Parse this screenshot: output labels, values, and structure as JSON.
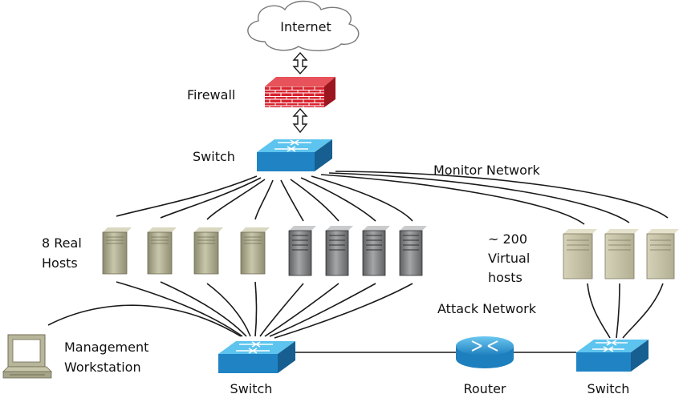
{
  "labels": {
    "internet": "Internet",
    "firewall": "Firewall",
    "top_switch": "Switch",
    "monitor_network": "Monitor Network",
    "real_hosts_line1": "8 Real",
    "real_hosts_line2": "Hosts",
    "virtual_hosts_line1": "~ 200",
    "virtual_hosts_line2": "Virtual",
    "virtual_hosts_line3": "hosts",
    "attack_network": "Attack Network",
    "management_line1": "Management",
    "management_line2": "Workstation",
    "bottom_switch": "Switch",
    "router": "Router",
    "right_switch": "Switch"
  },
  "colors": {
    "switch_top": "#5cc4ee",
    "switch_side": "#1f83c4",
    "firewall": "#d8232f",
    "server_tan": "#b5b295",
    "server_dark": "#7a7c7e"
  },
  "icons": [
    "cloud-icon",
    "firewall-icon",
    "switch-icon",
    "server-icon",
    "router-icon",
    "workstation-icon",
    "double-arrow-icon"
  ]
}
